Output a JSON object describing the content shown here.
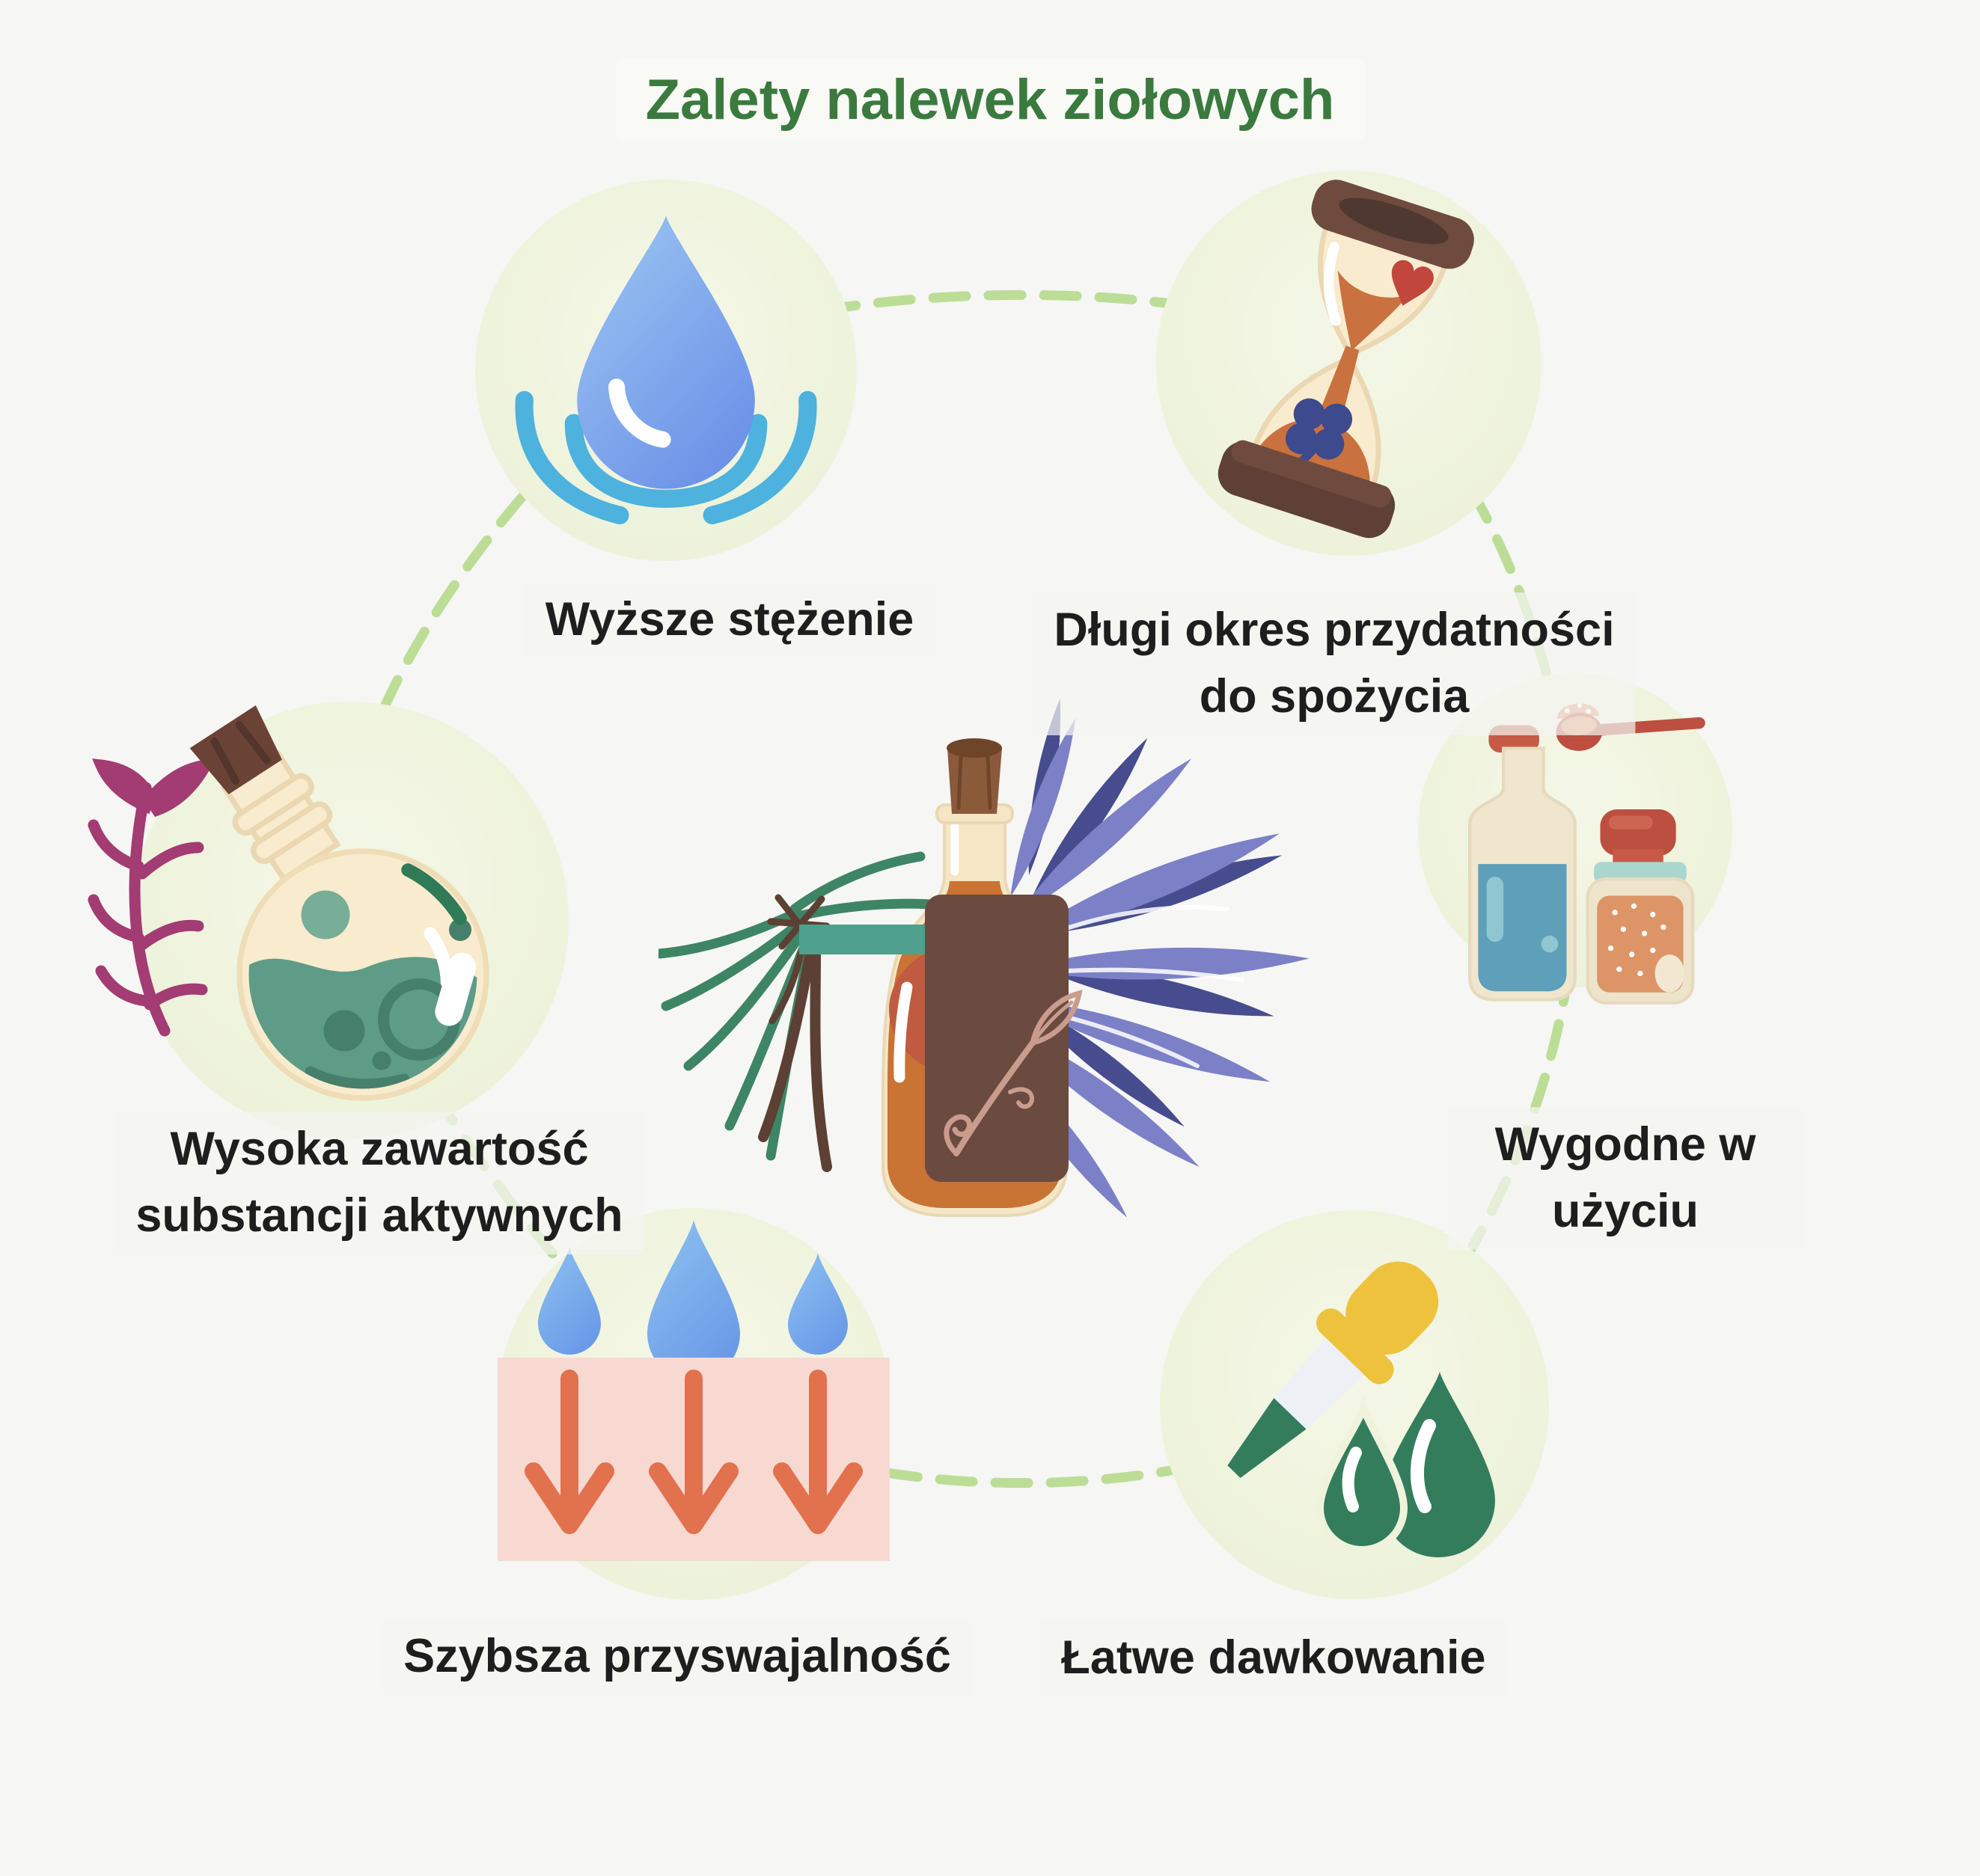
{
  "title": "Zalety nalewek ziołowych",
  "items": [
    {
      "id": "wyzsze-stezenie",
      "label": "Wyższe stężenie",
      "icon": "water-drop-ripples-icon"
    },
    {
      "id": "dlugi-okres",
      "label": "Długi okres przydatności\ndo spożycia",
      "icon": "hourglass-icon"
    },
    {
      "id": "wysoka-zawartosc",
      "label": "Wysoka zawartość\nsubstancji aktywnych",
      "icon": "round-flask-herb-branch-icon"
    },
    {
      "id": "wygodne-w-uzyciu",
      "label": "Wygodne w użyciu",
      "icon": "bottle-jar-spoon-icon"
    },
    {
      "id": "szybsza-przyswajalnosc",
      "label": "Szybsza przyswajalność",
      "icon": "drops-absorption-arrows-icon"
    },
    {
      "id": "latwe-dawkowanie",
      "label": "Łatwe dawkowanie",
      "icon": "pipette-green-drops-icon"
    }
  ],
  "center_illustration": "tincture-bottle-with-lavender-and-herb-bundle",
  "colors": {
    "background": "#f6f6f4",
    "title_green": "#3a7a3e",
    "label_text": "#1e1e1e",
    "circle_fill": "#edf2d9",
    "circle_fill_light": "#f4f7e7",
    "connector_green": "#BCDD96"
  },
  "icon_palette": {
    "drop_blue_light": "#9CC8F2",
    "drop_blue_dark": "#6E92E8",
    "ripple_blue": "#4DB2DE",
    "glass_cream": "#F8EBCE",
    "cap_brown_dark": "#5E4036",
    "cap_brown": "#6E4B3E",
    "sand_orange": "#C9713F",
    "heart_red": "#C1463C",
    "clover_navy": "#3D4A8E",
    "flask_liquid_teal": "#5E9C87",
    "branch_magenta": "#A23C73",
    "bottle_red_cap": "#C75A47",
    "bottle_blue_liquid": "#5E9FB9",
    "jar_lid_teal": "#A9D6CE",
    "powder_orange": "#DD9466",
    "absorb_pink": "#F8D9D2",
    "arrow_coral": "#E2714E",
    "pipette_yellow": "#EFC23D",
    "pipette_green": "#337D5C",
    "lavender_light": "#7B80C7",
    "lavender_dark": "#474C8F",
    "stem_green": "#3E8565",
    "tincture_amber": "#C97334",
    "tincture_red": "#BF5B40",
    "label_brown": "#6B4A40",
    "ribbon_teal": "#4FA08C",
    "cork_brown": "#8A5A3B"
  }
}
